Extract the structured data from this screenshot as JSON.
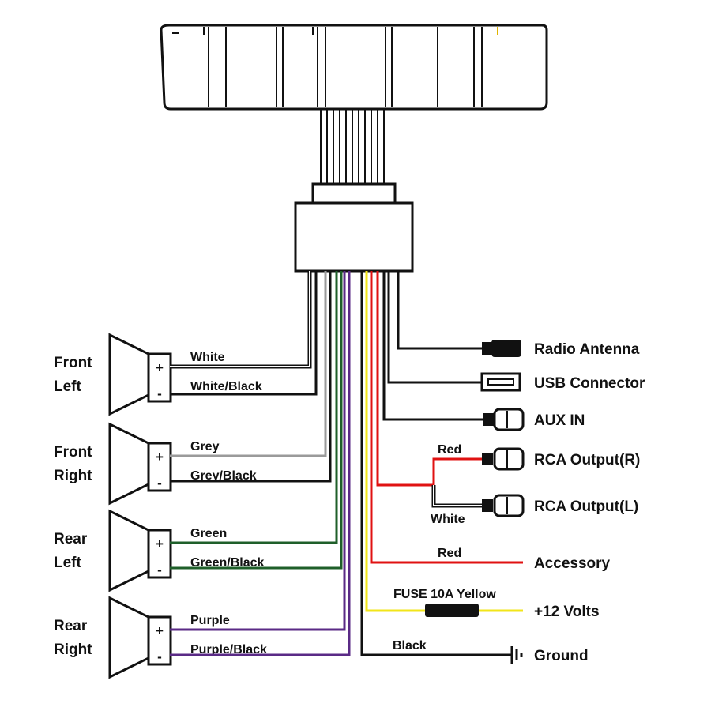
{
  "colors": {
    "white": "#ffffff",
    "grey": "#9a9a9a",
    "green": "#1f5f2a",
    "purple": "#5a2a86",
    "red": "#e01212",
    "yellow": "#f2e51a",
    "black": "#111111"
  },
  "speakers": [
    {
      "name_line1": "Front",
      "name_line2": "Left",
      "plus_label": "White",
      "minus_label": "White/Black",
      "plus_color": "white",
      "minus_color": "black"
    },
    {
      "name_line1": "Front",
      "name_line2": "Right",
      "plus_label": "Grey",
      "minus_label": "Grey/Black",
      "plus_color": "grey",
      "minus_color": "black"
    },
    {
      "name_line1": "Rear",
      "name_line2": "Left",
      "plus_label": "Green",
      "minus_label": "Green/Black",
      "plus_color": "green",
      "minus_color": "green"
    },
    {
      "name_line1": "Rear",
      "name_line2": "Right",
      "plus_label": "Purple",
      "minus_label": "Purple/Black",
      "plus_color": "purple",
      "minus_color": "purple"
    }
  ],
  "terminal_symbols": {
    "plus": "+",
    "minus": "-"
  },
  "outputs": {
    "radio_antenna": "Radio Antenna",
    "usb_connector": "USB Connector",
    "aux_in": "AUX IN",
    "rca_r": "RCA Output(R)",
    "rca_l": "RCA Output(L)",
    "accessory": "Accessory",
    "plus12": "+12 Volts",
    "ground": "Ground"
  },
  "wire_labels": {
    "rca_red": "Red",
    "rca_white": "White",
    "accessory_red": "Red",
    "fuse": "FUSE 10A Yellow",
    "ground_black": "Black"
  }
}
